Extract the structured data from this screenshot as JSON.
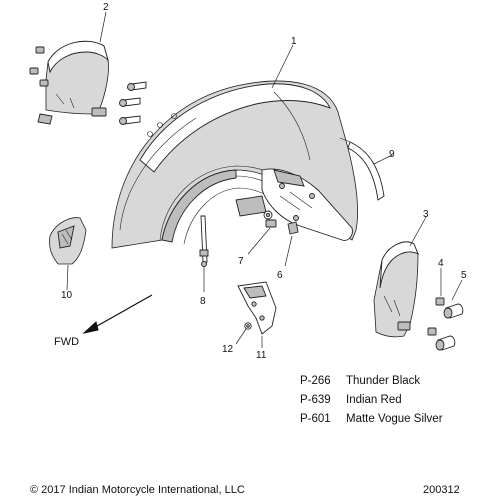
{
  "callouts": {
    "c1": "1",
    "c2": "2",
    "c3": "3",
    "c4": "4",
    "c5": "5",
    "c6": "6",
    "c7": "7",
    "c8": "8",
    "c9": "9",
    "c10": "10",
    "c11": "11",
    "c12": "12"
  },
  "direction_label": "FWD",
  "color_legend": [
    {
      "code": "P-266",
      "name": "Thunder Black"
    },
    {
      "code": "P-639",
      "name": "Indian Red"
    },
    {
      "code": "P-601",
      "name": "Matte Vogue Silver"
    }
  ],
  "footer": {
    "copyright": "© 2017 Indian Motorcycle International, LLC",
    "diagram_id": "200312"
  }
}
